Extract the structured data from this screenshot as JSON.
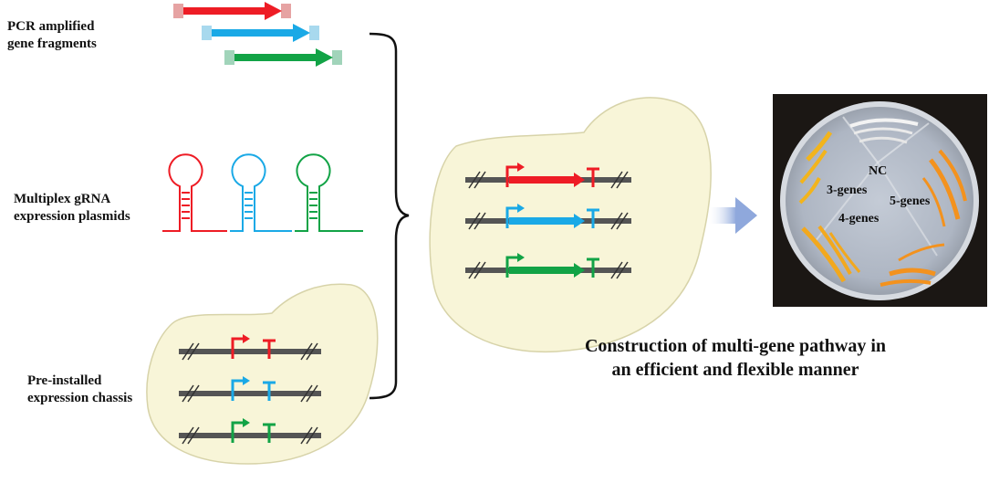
{
  "labels": {
    "pcr_line1": "PCR amplified",
    "pcr_line2": "gene fragments",
    "grna_line1": "Multiplex gRNA",
    "grna_line2": "expression plasmids",
    "chassis_line1": "Pre-installed",
    "chassis_line2": "expression chassis",
    "caption_line1": "Construction of multi-gene pathway in",
    "caption_line2": "an efficient and flexible manner"
  },
  "plate": {
    "nc": "NC",
    "g3": "3-genes",
    "g4": "4-genes",
    "g5": "5-genes"
  },
  "colors": {
    "red": "#ee1c25",
    "blue": "#1aa9e6",
    "green": "#12a346",
    "red_tag": "#e6a3a3",
    "blue_tag": "#a8d9ee",
    "green_tag": "#a1d4ba",
    "cell": "#f8f5d8",
    "chromosome": "#555555",
    "plate_orange": "#f3921e",
    "plate_yellow": "#f2b41c"
  }
}
